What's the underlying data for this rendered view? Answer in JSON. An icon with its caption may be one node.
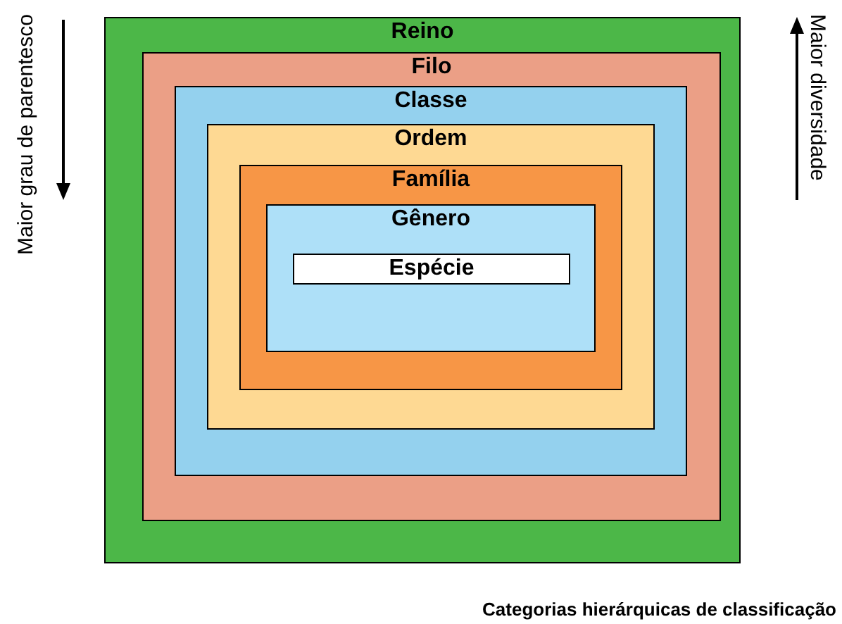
{
  "diagram": {
    "caption": "Categorias hierárquicas de classificação",
    "nodes": [
      {
        "text": [
          "Reino"
        ]
      },
      {
        "text": [
          "Filo"
        ],
        "in": 0
      },
      {
        "text": [
          "Classe"
        ],
        "in": 1
      },
      {
        "text": [
          "Ordem"
        ],
        "in": 2
      },
      {
        "text": [
          "Família"
        ],
        "in": 3
      },
      {
        "text": [
          "Gênero"
        ],
        "in": 4
      },
      {
        "text": [
          "Espécie"
        ],
        "in": 5
      }
    ],
    "labels": [
      "Maior grau de parentesco",
      "Maior diversidade"
    ]
  }
}
